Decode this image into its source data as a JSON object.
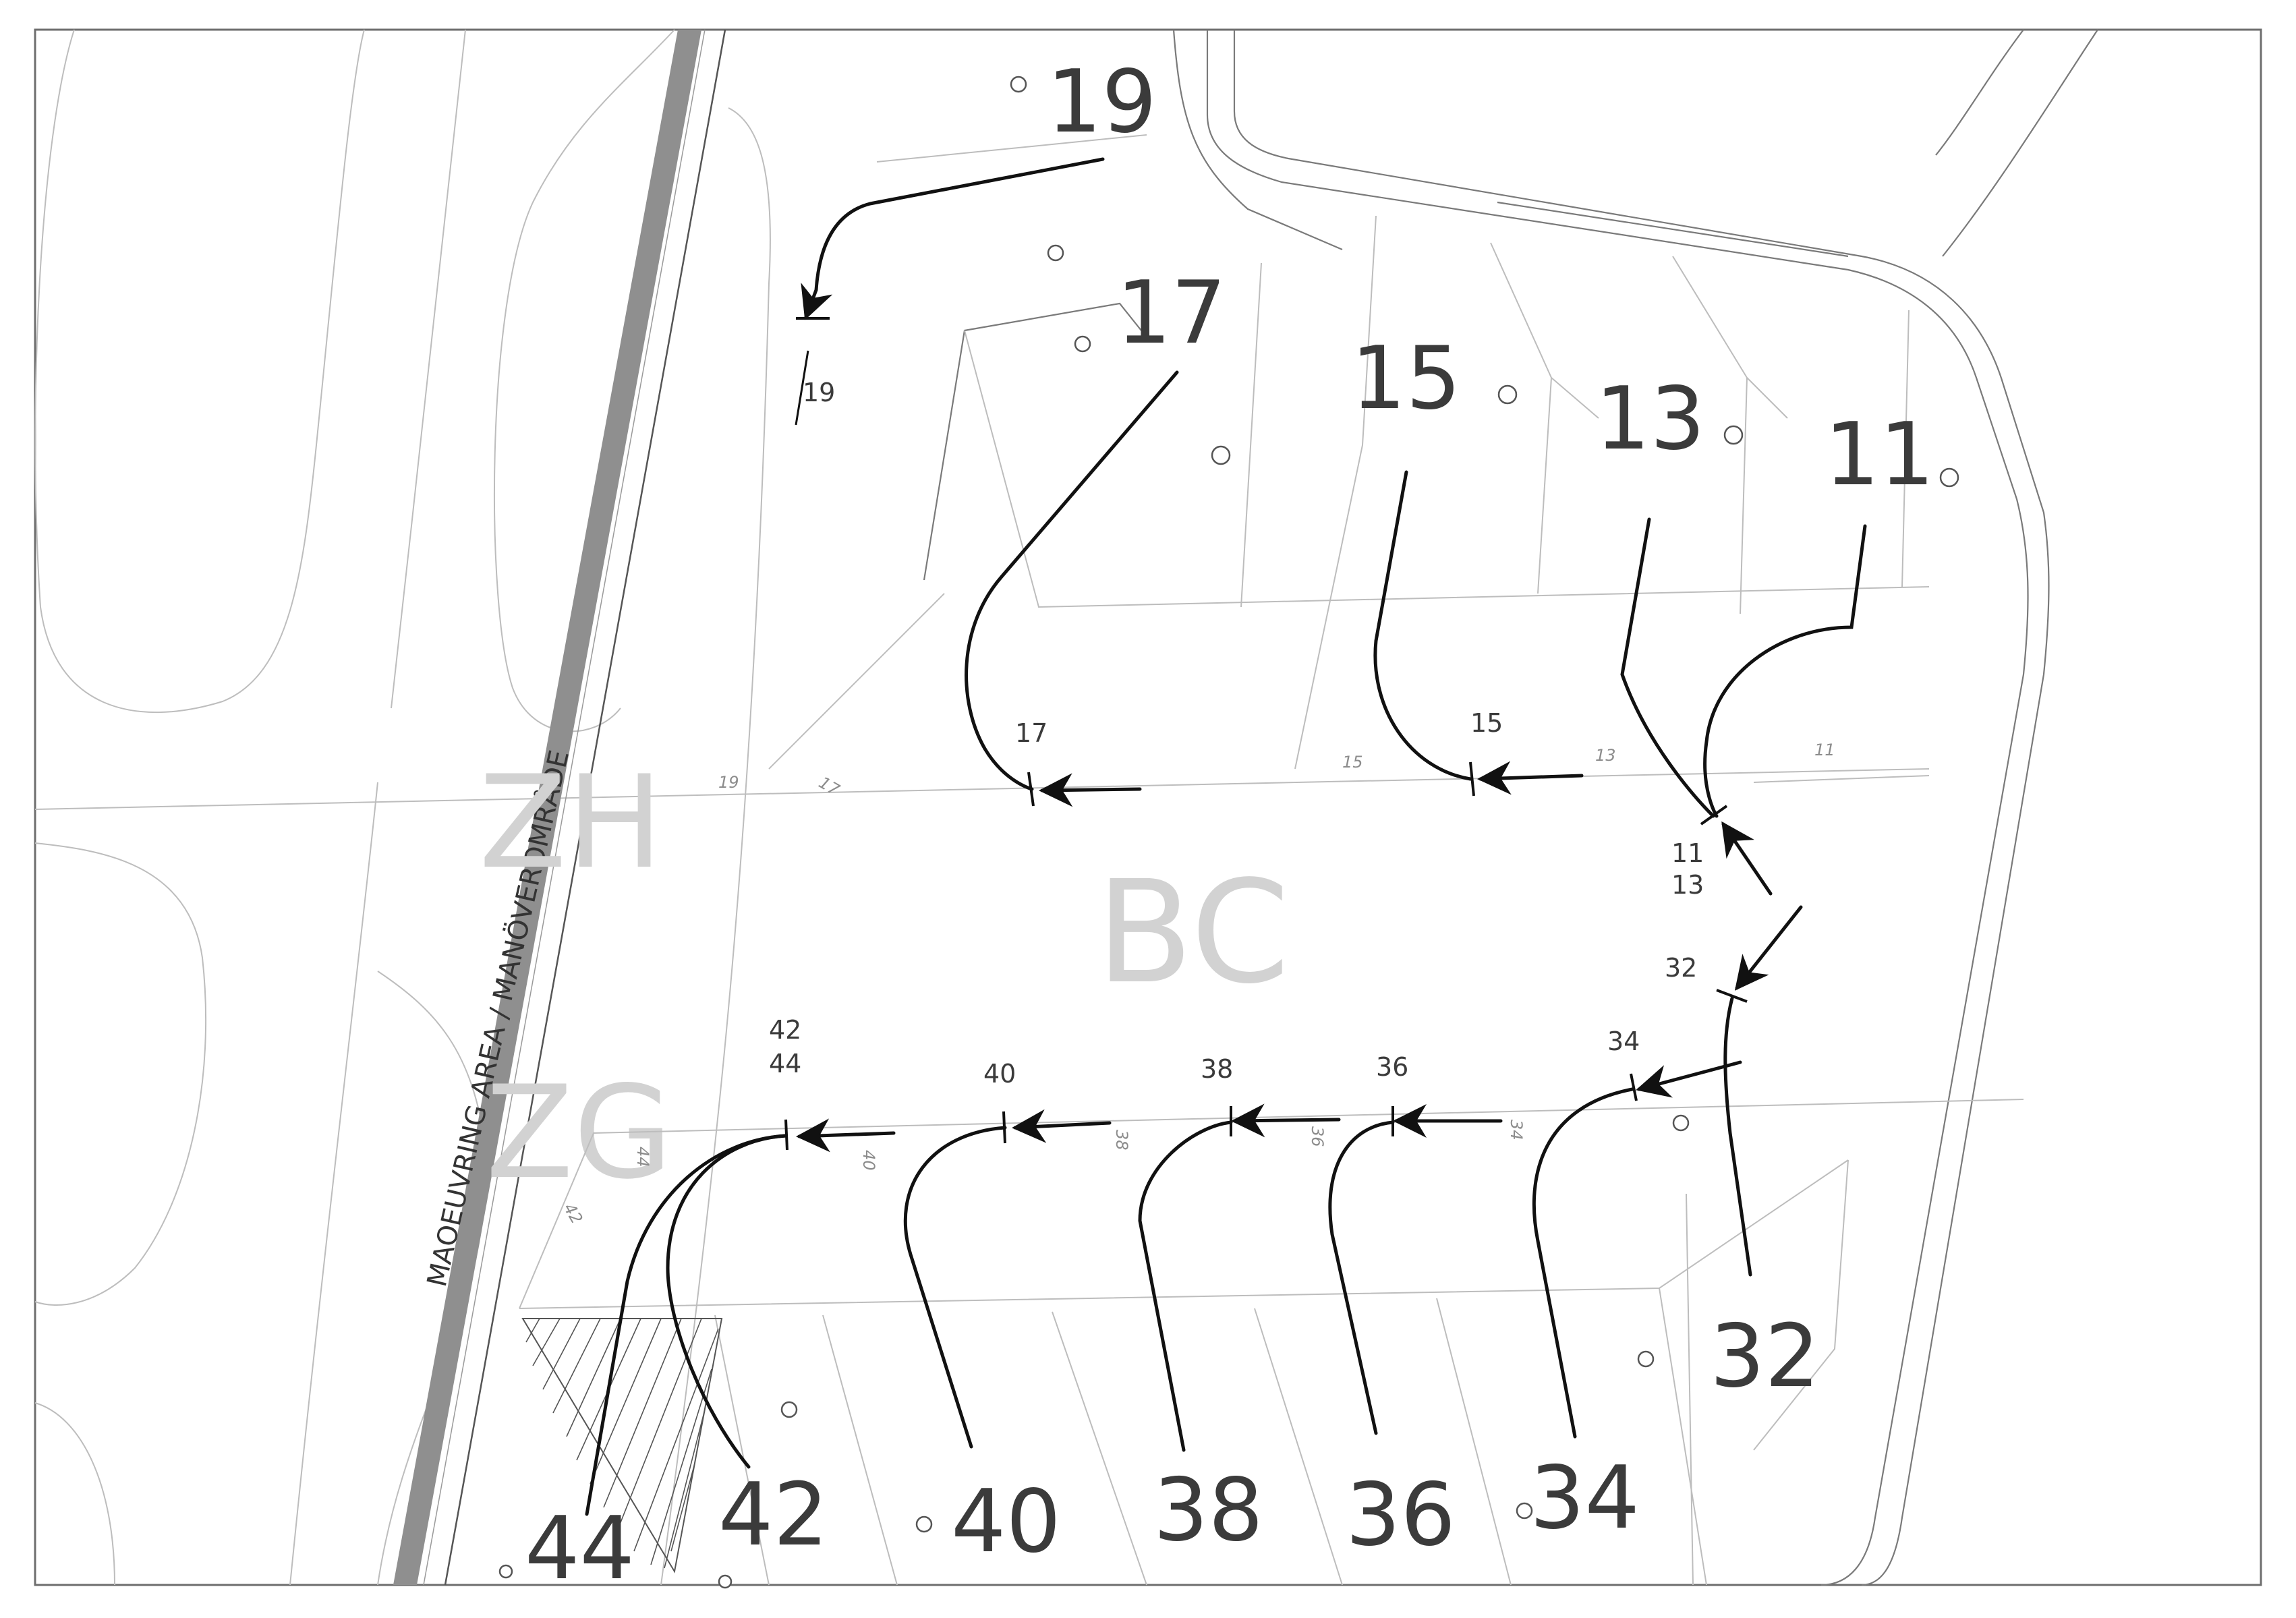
{
  "zones": {
    "upper_left": "ZH",
    "center": "BC",
    "lower_left": "ZG"
  },
  "maneuvering_area_label": "MAOEUVRING AREA / MANÖVEROMRÅDE",
  "stands_top": [
    {
      "number": "19",
      "route_label": "19",
      "ground_mark": "19"
    },
    {
      "number": "17",
      "route_label": "17",
      "ground_mark": "17"
    },
    {
      "number": "15",
      "route_label": "15",
      "ground_mark": "15"
    },
    {
      "number": "13",
      "route_label": "",
      "ground_mark": "13"
    },
    {
      "number": "11",
      "route_label": "",
      "ground_mark": "11"
    }
  ],
  "combined_label_11_13": {
    "line1": "11",
    "line2": "13"
  },
  "stands_bottom": [
    {
      "number": "32",
      "route_label": "32",
      "ground_mark": ""
    },
    {
      "number": "34",
      "route_label": "34",
      "ground_mark": "34"
    },
    {
      "number": "36",
      "route_label": "36",
      "ground_mark": "36"
    },
    {
      "number": "38",
      "route_label": "38",
      "ground_mark": "38"
    },
    {
      "number": "40",
      "route_label": "40",
      "ground_mark": "40"
    },
    {
      "number": "42",
      "route_label": "",
      "ground_mark": "42"
    },
    {
      "number": "44",
      "route_label": "",
      "ground_mark": "44"
    }
  ],
  "combined_label_42_44": {
    "line1": "42",
    "line2": "44"
  },
  "colors": {
    "route": "#111111",
    "zone_text": "#d2d2d2",
    "taxiway_band": "#8f8f8f",
    "linework": "#bdbdbd"
  }
}
